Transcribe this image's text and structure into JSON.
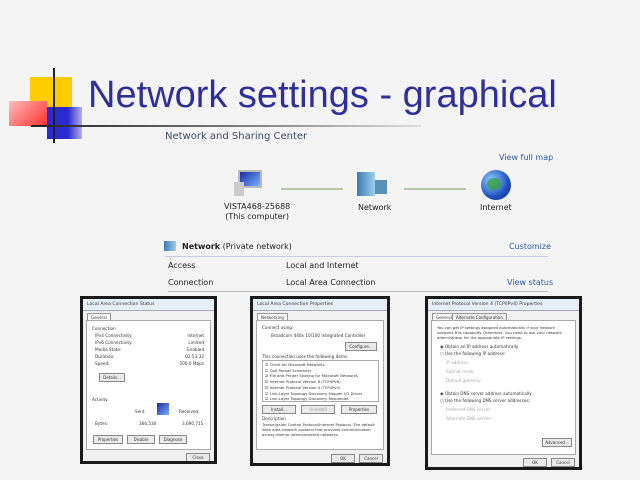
{
  "slide": {
    "title": "Network settings - graphical"
  },
  "nsc": {
    "heading": "Network and Sharing Center",
    "view_full_map": "View full map",
    "computer_name": "VISTA468-25688",
    "computer_sub": "(This computer)",
    "network_label": "Network",
    "internet_label": "Internet",
    "network_name": "Network",
    "network_type": "(Private network)",
    "customize": "Customize",
    "access_label": "Access",
    "access_value": "Local and Internet",
    "connection_label": "Connection",
    "connection_value": "Local Area Connection",
    "view_status": "View status"
  },
  "status_dialog": {
    "title": "Local Area Connection Status",
    "tab": "General",
    "connection_section": "Connection",
    "rows": [
      {
        "label": "IPv4 Connectivity:",
        "value": "Internet"
      },
      {
        "label": "IPv6 Connectivity:",
        "value": "Limited"
      },
      {
        "label": "Media State:",
        "value": "Enabled"
      },
      {
        "label": "Duration:",
        "value": "02:53:32"
      },
      {
        "label": "Speed:",
        "value": "100.0 Mbps"
      }
    ],
    "details": "Details...",
    "activity": "Activity",
    "sent": "Sent",
    "received": "Received",
    "bytes_label": "Bytes:",
    "bytes_sent": "366,530",
    "bytes_received": "3,690,715",
    "properties": "Properties",
    "disable": "Disable",
    "diagnose": "Diagnose",
    "close": "Close"
  },
  "props_dialog": {
    "title": "Local Area Connection Properties",
    "tab": "Networking",
    "connect_using": "Connect using:",
    "adapter": "Broadcom 440x 10/100 Integrated Controller",
    "configure": "Configure...",
    "items_label": "This connection uses the following items:",
    "items": [
      "Client for Microsoft Networks",
      "QoS Packet Scheduler",
      "File and Printer Sharing for Microsoft Networks",
      "Internet Protocol Version 6 (TCP/IPv6)",
      "Internet Protocol Version 4 (TCP/IPv4)",
      "Link-Layer Topology Discovery Mapper I/O Driver",
      "Link-Layer Topology Discovery Responder"
    ],
    "install": "Install...",
    "uninstall": "Uninstall",
    "properties": "Properties",
    "description_label": "Description",
    "description": "Transmission Control Protocol/Internet Protocol. The default wide area network protocol that provides communication across diverse interconnected networks.",
    "ok": "OK",
    "cancel": "Cancel"
  },
  "ipv4_dialog": {
    "title": "Internet Protocol Version 4 (TCP/IPv4) Properties",
    "tab_general": "General",
    "tab_alternate": "Alternate Configuration",
    "intro": "You can get IP settings assigned automatically if your network supports this capability. Otherwise, you need to ask your network administrator for the appropriate IP settings.",
    "obtain_ip": "Obtain an IP address automatically",
    "use_ip": "Use the following IP address:",
    "ip_address": "IP address:",
    "subnet": "Subnet mask:",
    "gateway": "Default gateway:",
    "obtain_dns": "Obtain DNS server address automatically",
    "use_dns": "Use the following DNS server addresses:",
    "preferred_dns": "Preferred DNS server:",
    "alternate_dns": "Alternate DNS server:",
    "advanced": "Advanced...",
    "ok": "OK",
    "cancel": "Cancel"
  }
}
